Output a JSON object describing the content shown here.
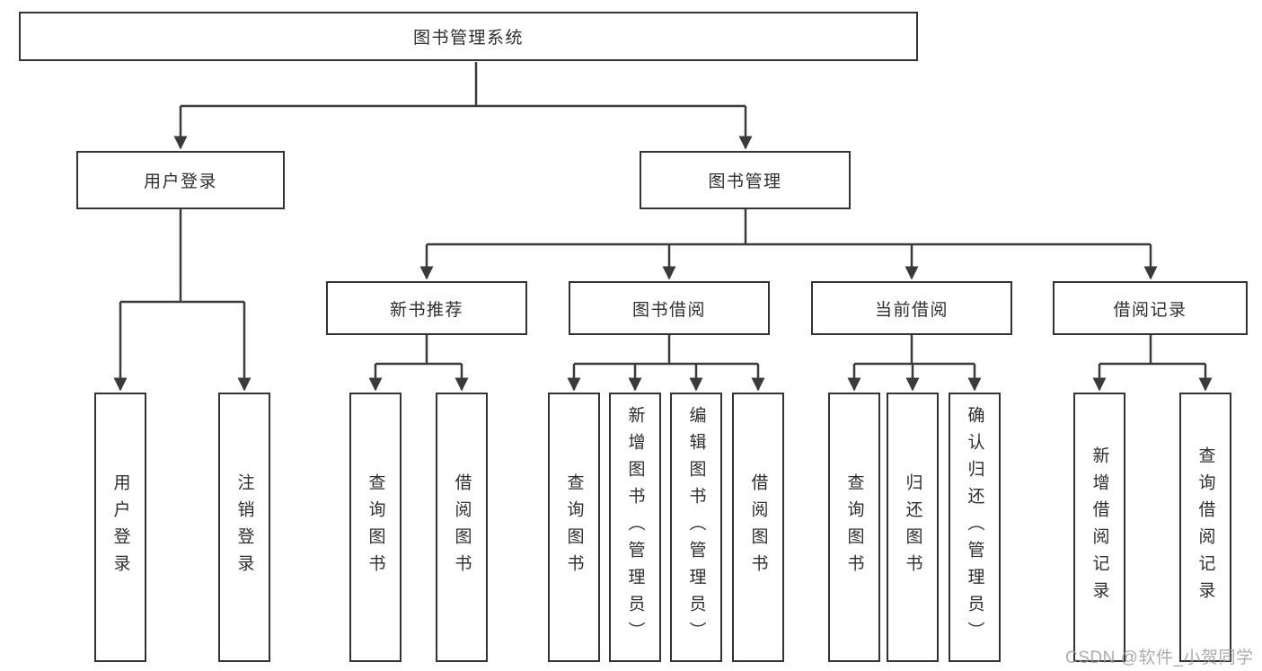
{
  "tree": {
    "label": "图书管理系统",
    "children": [
      {
        "label": "用户登录",
        "children": [
          {
            "label": "用户登录"
          },
          {
            "label": "注销登录"
          }
        ]
      },
      {
        "label": "图书管理",
        "children": [
          {
            "label": "新书推荐",
            "children": [
              {
                "label": "查询图书"
              },
              {
                "label": "借阅图书"
              }
            ]
          },
          {
            "label": "图书借阅",
            "children": [
              {
                "label": "查询图书"
              },
              {
                "label": "新增图书（管理员）"
              },
              {
                "label": "编辑图书（管理员）"
              },
              {
                "label": "借阅图书"
              }
            ]
          },
          {
            "label": "当前借阅",
            "children": [
              {
                "label": "查询图书"
              },
              {
                "label": "归还图书"
              },
              {
                "label": "确认归还（管理员）"
              }
            ]
          },
          {
            "label": "借阅记录",
            "children": [
              {
                "label": "新增借阅记录"
              },
              {
                "label": "查询借阅记录"
              }
            ]
          }
        ]
      }
    ]
  },
  "watermark": "CSDN @软件_小贺同学",
  "colors": {
    "line": "#3a3a3a",
    "border": "#333333",
    "text": "#2e2e2e",
    "watermark": "#9e9e9e"
  }
}
